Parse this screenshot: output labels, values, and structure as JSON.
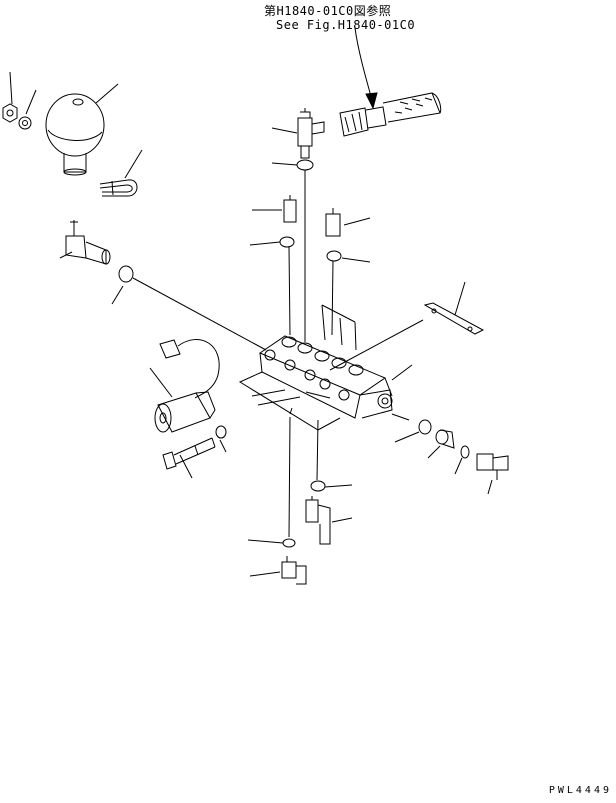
{
  "reference": {
    "japanese": "第H1840-01C0図参照",
    "english": "See Fig.H1840-01C0"
  },
  "drawing_number": "PWL4449",
  "parts": [
    {
      "name": "nut"
    },
    {
      "name": "washer"
    },
    {
      "name": "accumulator"
    },
    {
      "name": "u-bolt"
    },
    {
      "name": "elbow-fitting"
    },
    {
      "name": "o-ring"
    },
    {
      "name": "hose-assembly"
    },
    {
      "name": "tee-fitting"
    },
    {
      "name": "straight-fitting"
    },
    {
      "name": "gasket-plate"
    },
    {
      "name": "solenoid-valve"
    },
    {
      "name": "valve-block"
    },
    {
      "name": "bolt"
    },
    {
      "name": "plug"
    }
  ]
}
